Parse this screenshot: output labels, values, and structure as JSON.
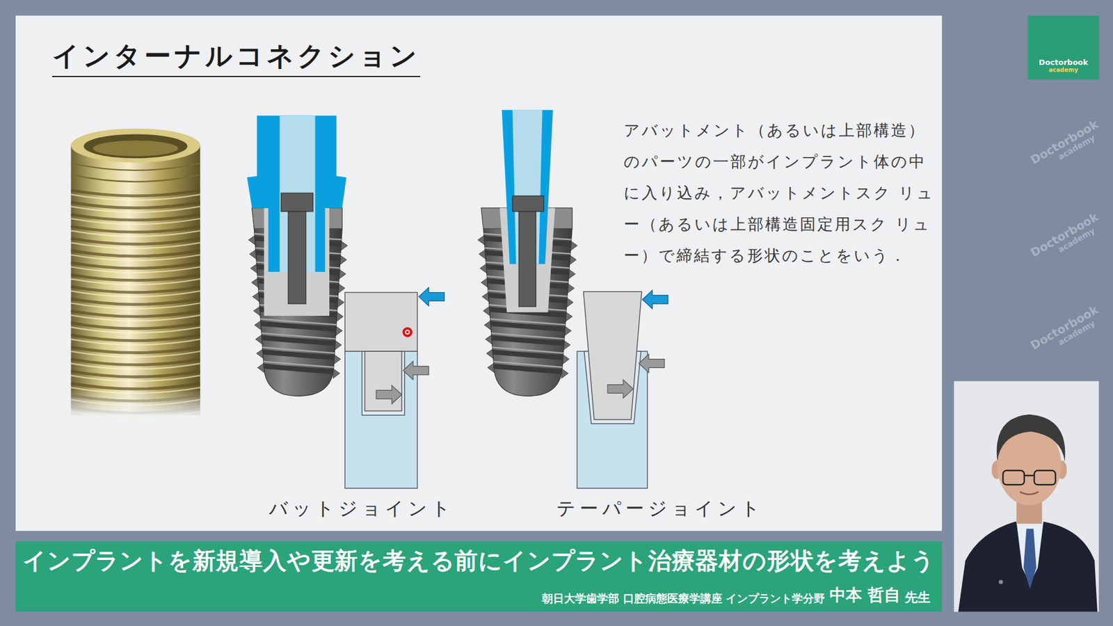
{
  "diagram": {
    "title": "インターナルコネクション",
    "nodes": [
      {
        "text": [
          "Doctorbook",
          "academy"
        ]
      },
      {
        "text": [
          "インプラントを新規導入や更新を考える前にインプラント治療器材の形状を考えよう",
          "朝日大学歯学部 口腔病態医療学講座 インプラント学分野",
          "中本 哲自",
          "先生"
        ]
      }
    ],
    "labels": [
      "アバットメント（あるいは上部構造） のパーツの一部がインプラント体の中 に入り込み，アバットメントスク リュー（あるいは上部構造固定用スク リュー）で締結する形状のことをいう．",
      "バットジョイント",
      "テーパージョイント",
      "Doctorbook",
      "academy",
      "Doctorbook",
      "academy",
      "Doctorbook",
      "academy"
    ]
  }
}
